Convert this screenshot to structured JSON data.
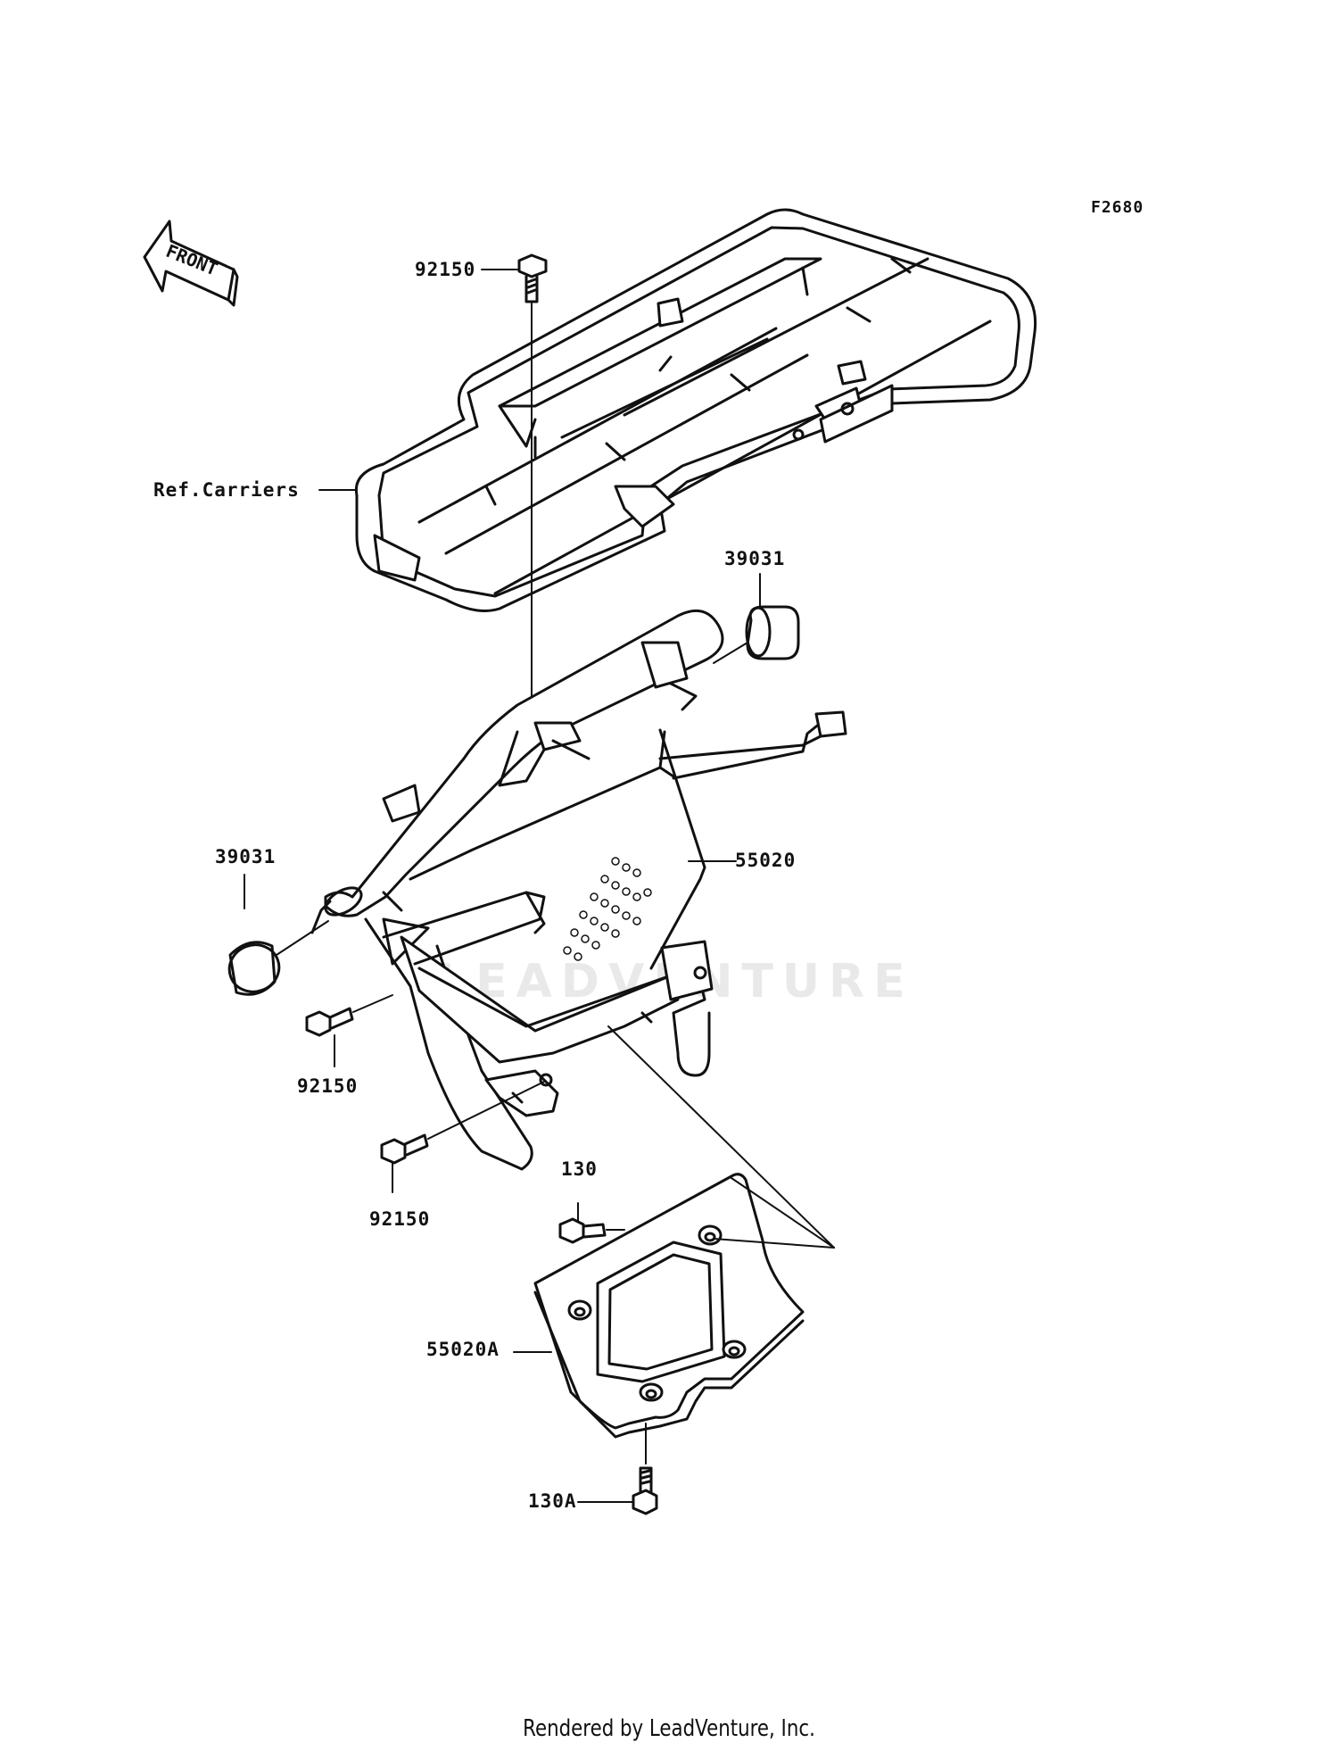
{
  "figure_code": "F2680",
  "front_arrow": "FRONT",
  "watermark": "LEADVENTURE",
  "callouts": {
    "bolt_top": "92150",
    "ref_carriers": "Ref.Carriers",
    "cap_right": "39031",
    "cap_left": "39031",
    "guard": "55020",
    "bolt_mid": "92150",
    "bolt_low": "92150",
    "bolt_130": "130",
    "skid_plate": "55020A",
    "bolt_130a": "130A"
  },
  "footer": "Rendered by LeadVenture, Inc."
}
